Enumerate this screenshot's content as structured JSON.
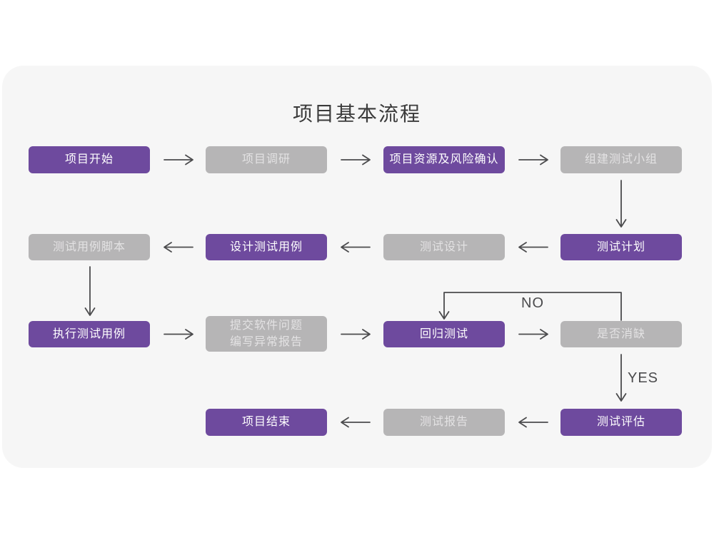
{
  "title": "项目基本流程",
  "colors": {
    "purple": "#6e4a9e",
    "purple_text": "#ffffff",
    "gray": "#b6b5b6",
    "gray_text": "#e3e2e3",
    "arrow": "#4b4b4d",
    "title_text": "#3b3b3b",
    "card_bg": "#f6f6f6",
    "page_bg": "#ffffff"
  },
  "nodes": [
    {
      "id": "project-start",
      "label": "项目开始",
      "variant": "purple"
    },
    {
      "id": "project-research",
      "label": "项目调研",
      "variant": "gray"
    },
    {
      "id": "resource-risk-confirm",
      "label": "项目资源及风险确认",
      "variant": "purple"
    },
    {
      "id": "build-test-team",
      "label": "组建测试小组",
      "variant": "gray"
    },
    {
      "id": "test-plan",
      "label": "测试计划",
      "variant": "purple"
    },
    {
      "id": "test-design",
      "label": "测试设计",
      "variant": "gray"
    },
    {
      "id": "design-test-cases",
      "label": "设计测试用例",
      "variant": "purple"
    },
    {
      "id": "test-case-script",
      "label": "测试用例脚本",
      "variant": "gray"
    },
    {
      "id": "execute-test-cases",
      "label": "执行测试用例",
      "variant": "purple"
    },
    {
      "id": "submit-issue-report",
      "label": "提交软件问题\n编写异常报告",
      "variant": "gray"
    },
    {
      "id": "regression-test",
      "label": "回归测试",
      "variant": "purple"
    },
    {
      "id": "defect-resolved",
      "label": "是否消缺",
      "variant": "gray"
    },
    {
      "id": "test-evaluation",
      "label": "测试评估",
      "variant": "purple"
    },
    {
      "id": "test-report",
      "label": "测试报告",
      "variant": "gray"
    },
    {
      "id": "project-end",
      "label": "项目结束",
      "variant": "purple"
    }
  ],
  "edge_labels": {
    "no": "NO",
    "yes": "YES"
  }
}
